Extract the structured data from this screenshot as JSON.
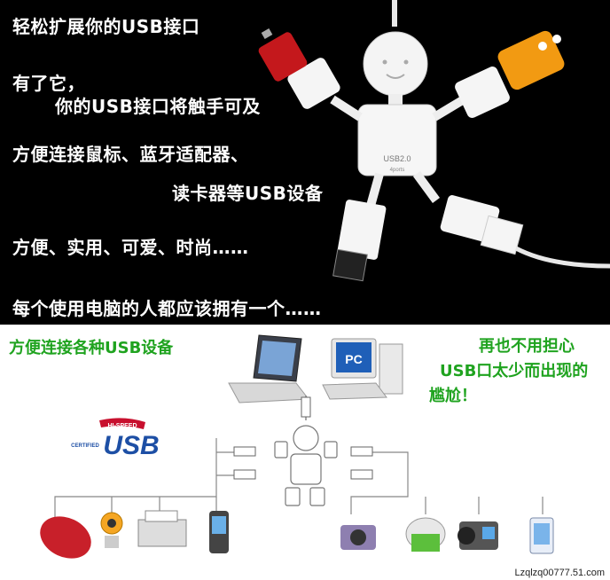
{
  "top": {
    "lines": [
      "轻松扩展你的USB接口",
      "有了它，",
      "你的USB接口将触手可及",
      "方便连接鼠标、蓝牙适配器、",
      "读卡器等USB设备",
      "方便、实用、可爱、时尚……",
      "每个使用电脑的人都应该拥有一个……"
    ],
    "hub_label": "USB2.0",
    "hub_sublabel": "4ports"
  },
  "bottom": {
    "left_caption": "方便连接各种USB设备",
    "right_caption_1": "再也不用担心",
    "right_caption_2": "USB口太少而出现的",
    "right_caption_3": "尴尬！",
    "logo_top": "HI-SPEED",
    "logo_certified": "CERTIFIED",
    "logo_main": "USB",
    "pc_label": "PC",
    "credit": "Lzqlzq00777.51.com"
  },
  "colors": {
    "green_text": "#1fa31f",
    "usb_blue": "#1d4fa5",
    "usb_red": "#c8102e",
    "drive_red": "#c4181c",
    "drive_orange": "#f29a12"
  }
}
